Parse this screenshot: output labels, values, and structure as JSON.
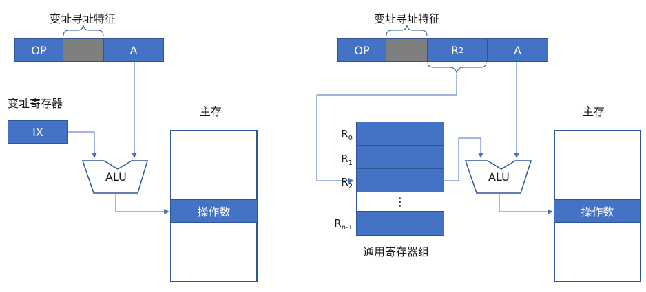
{
  "left": {
    "feature_label": "变址寻址特征",
    "instr_fields": {
      "op": "OP",
      "addr": "A"
    },
    "index_reg_title": "变址寄存器",
    "index_reg": "IX",
    "alu": "ALU",
    "memory_title": "主存",
    "operand": "操作数"
  },
  "right": {
    "feature_label": "变址寻址特征",
    "instr_fields": {
      "op": "OP",
      "reg_base": "R",
      "reg_sub": "2",
      "addr": "A"
    },
    "registers": [
      {
        "base": "R",
        "sub": "0"
      },
      {
        "base": "R",
        "sub": "1"
      },
      {
        "base": "R",
        "sub": "2"
      },
      {
        "base": "",
        "sub": ""
      },
      {
        "base": "R",
        "sub": "n-1"
      }
    ],
    "ellipsis": "⋮",
    "reg_group_title": "通用寄存器组",
    "alu": "ALU",
    "memory_title": "主存",
    "operand": "操作数"
  },
  "colors": {
    "accent": "#4472c4",
    "gray": "#7f7f7f",
    "line": "#2f5597"
  }
}
